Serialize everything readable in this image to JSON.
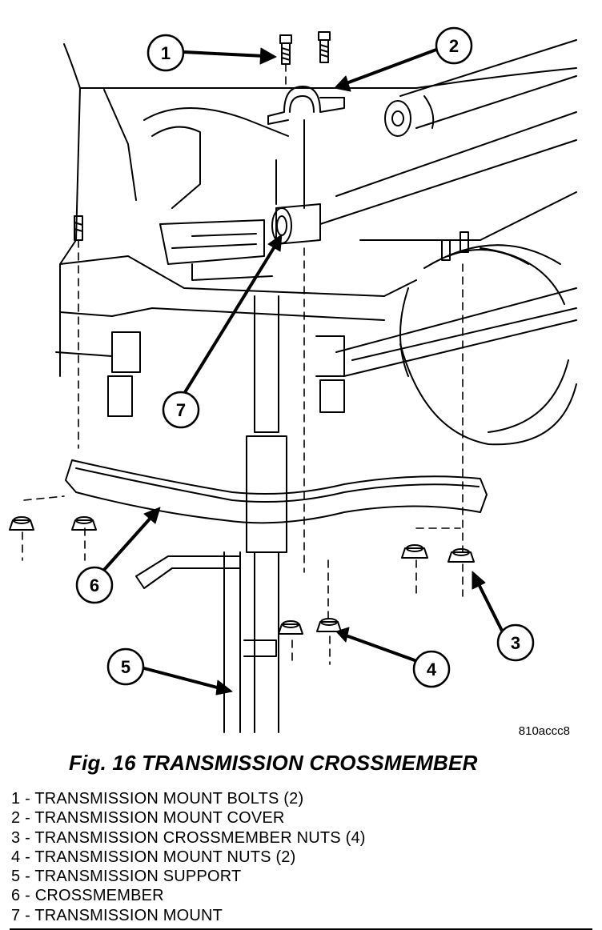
{
  "figure": {
    "drawing_code": "810accc8",
    "caption": "Fig. 16 TRANSMISSION CROSSMEMBER"
  },
  "callouts": [
    "1",
    "2",
    "3",
    "4",
    "5",
    "6",
    "7"
  ],
  "legend": [
    "1 - TRANSMISSION MOUNT BOLTS (2)",
    "2 - TRANSMISSION MOUNT COVER",
    "3 - TRANSMISSION CROSSMEMBER NUTS (4)",
    "4 - TRANSMISSION MOUNT NUTS (2)",
    "5 - TRANSMISSION SUPPORT",
    "6 - CROSSMEMBER",
    "7 - TRANSMISSION MOUNT"
  ]
}
